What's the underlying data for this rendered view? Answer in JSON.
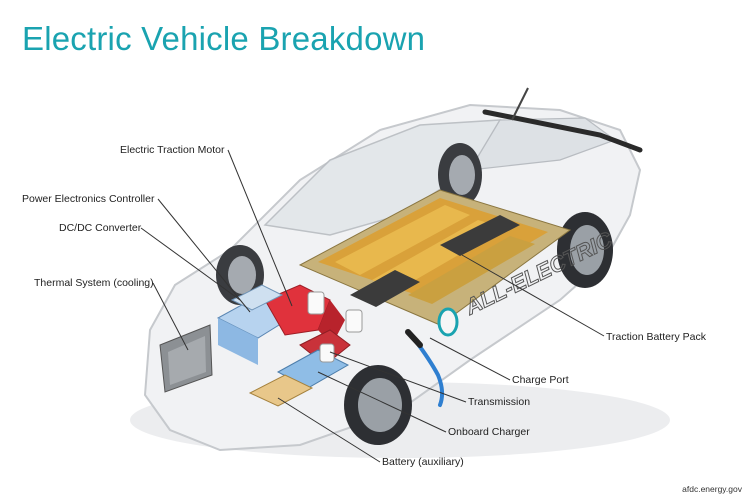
{
  "title": "Electric Vehicle Breakdown",
  "labels": {
    "motor": "Electric Traction Motor",
    "pec": "Power Electronics Controller",
    "dcdc": "DC/DC Converter",
    "thermal": "Thermal System (cooling)",
    "battery_pack": "Traction Battery Pack",
    "charge_port": "Charge Port",
    "transmission": "Transmission",
    "onboard_charger": "Onboard Charger",
    "battery_aux": "Battery (auxiliary)"
  },
  "car_text": "ALL-ELECTRIC",
  "credit": "afdc.energy.gov",
  "colors": {
    "title": "#1aa3b0",
    "battery_cells": "#d9a13a",
    "motor": "#e0323c",
    "electronics": "#7fb2e0",
    "charge_cable": "#2f7fd0",
    "car_body": "#eef0f2"
  }
}
